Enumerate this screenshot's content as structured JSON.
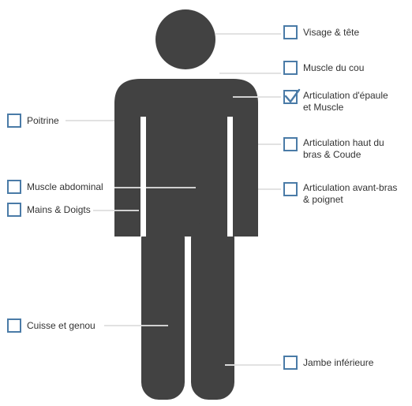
{
  "colors": {
    "figure": "#424242",
    "checkbox_border": "#4a7ba7",
    "leader_line": "#d9d9d9",
    "text": "#333333"
  },
  "body_parts": {
    "head_neck": {
      "label": "Visage & tête",
      "checked": false
    },
    "neck_muscle": {
      "label": "Muscle du cou",
      "checked": false
    },
    "shoulder": {
      "label": "Articulation d'épaule\net Muscle",
      "checked": true,
      "check_icon": "checkmark-icon"
    },
    "upper_arm_elbow": {
      "label": "Articulation haut du\nbras & Coude",
      "checked": false
    },
    "forearm_wrist": {
      "label": "Articulation avant-bras\n& poignet",
      "checked": false
    },
    "lower_leg": {
      "label": "Jambe inférieure",
      "checked": false
    },
    "chest": {
      "label": "Poitrine",
      "checked": false
    },
    "abdominal": {
      "label": "Muscle abdominal",
      "checked": false
    },
    "hands_fingers": {
      "label": "Mains & Doigts",
      "checked": false
    },
    "thigh_knee": {
      "label": "Cuisse et genou",
      "checked": false
    }
  }
}
